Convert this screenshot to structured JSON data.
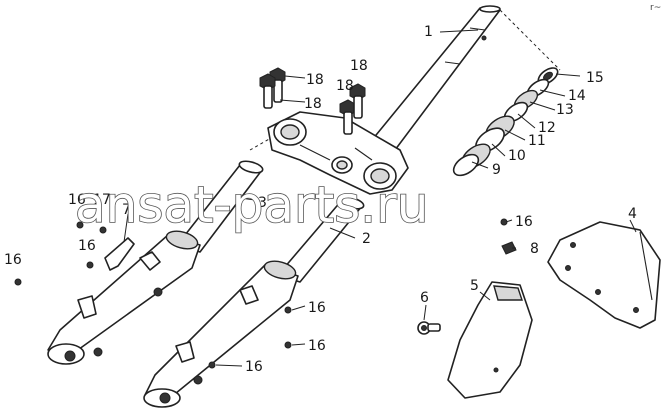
{
  "callouts": {
    "c1": "1",
    "c2": "2",
    "c3": "3",
    "c4": "4",
    "c5": "5",
    "c6": "6",
    "c8": "8",
    "c9": "9",
    "c10": "10",
    "c11": "11",
    "c12": "12",
    "c13": "13",
    "c14": "14",
    "c15": "15",
    "c16a": "16",
    "c16b": "16",
    "c16c": "16",
    "c16d": "16",
    "c16e": "16",
    "c16f": "16",
    "c16g": "16",
    "c17": "17",
    "c7": "7",
    "c18a": "18",
    "c18b": "18",
    "c18c": "18",
    "c18d": "18"
  },
  "watermark": "ansat-parts.ru",
  "corner_mark": "r~"
}
